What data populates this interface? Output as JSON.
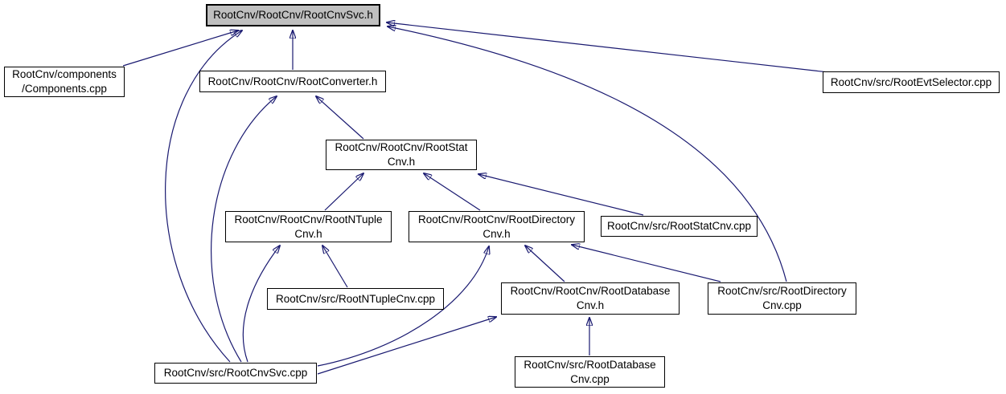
{
  "diagram": {
    "type": "include-dependency-graph",
    "edge_color": "#191970",
    "highlight_fill": "#bfbfbf",
    "nodes": {
      "cnvsvc_h": {
        "line1": "RootCnv/RootCnv/RootCnvSvc.h",
        "highlighted": true
      },
      "components_cpp": {
        "line1": "RootCnv/components",
        "line2": "/Components.cpp"
      },
      "converter_h": {
        "line1": "RootCnv/RootCnv/RootConverter.h"
      },
      "evtselector_cpp": {
        "line1": "RootCnv/src/RootEvtSelector.cpp"
      },
      "statcnv_h": {
        "line1": "RootCnv/RootCnv/RootStat",
        "line2": "Cnv.h"
      },
      "ntuplecnv_h": {
        "line1": "RootCnv/RootCnv/RootNTuple",
        "line2": "Cnv.h"
      },
      "directorycnv_h": {
        "line1": "RootCnv/RootCnv/RootDirectory",
        "line2": "Cnv.h"
      },
      "statcnv_cpp": {
        "line1": "RootCnv/src/RootStatCnv.cpp"
      },
      "ntuplecnv_cpp": {
        "line1": "RootCnv/src/RootNTupleCnv.cpp"
      },
      "databasecnv_h": {
        "line1": "RootCnv/RootCnv/RootDatabase",
        "line2": "Cnv.h"
      },
      "directorycnv_cpp": {
        "line1": "RootCnv/src/RootDirectory",
        "line2": "Cnv.cpp"
      },
      "cnvsvc_cpp": {
        "line1": "RootCnv/src/RootCnvSvc.cpp"
      },
      "databasecnv_cpp": {
        "line1": "RootCnv/src/RootDatabase",
        "line2": "Cnv.cpp"
      }
    },
    "edges": [
      {
        "from": "components_cpp",
        "to": "cnvsvc_h"
      },
      {
        "from": "converter_h",
        "to": "cnvsvc_h"
      },
      {
        "from": "evtselector_cpp",
        "to": "cnvsvc_h"
      },
      {
        "from": "directorycnv_cpp",
        "to": "cnvsvc_h"
      },
      {
        "from": "cnvsvc_cpp",
        "to": "cnvsvc_h"
      },
      {
        "from": "statcnv_h",
        "to": "converter_h"
      },
      {
        "from": "cnvsvc_cpp",
        "to": "converter_h"
      },
      {
        "from": "ntuplecnv_h",
        "to": "statcnv_h"
      },
      {
        "from": "directorycnv_h",
        "to": "statcnv_h"
      },
      {
        "from": "statcnv_cpp",
        "to": "statcnv_h"
      },
      {
        "from": "ntuplecnv_cpp",
        "to": "ntuplecnv_h"
      },
      {
        "from": "cnvsvc_cpp",
        "to": "ntuplecnv_h"
      },
      {
        "from": "databasecnv_h",
        "to": "directorycnv_h"
      },
      {
        "from": "directorycnv_cpp",
        "to": "directorycnv_h"
      },
      {
        "from": "cnvsvc_cpp",
        "to": "directorycnv_h"
      },
      {
        "from": "databasecnv_cpp",
        "to": "databasecnv_h"
      },
      {
        "from": "cnvsvc_cpp",
        "to": "databasecnv_h"
      }
    ]
  }
}
